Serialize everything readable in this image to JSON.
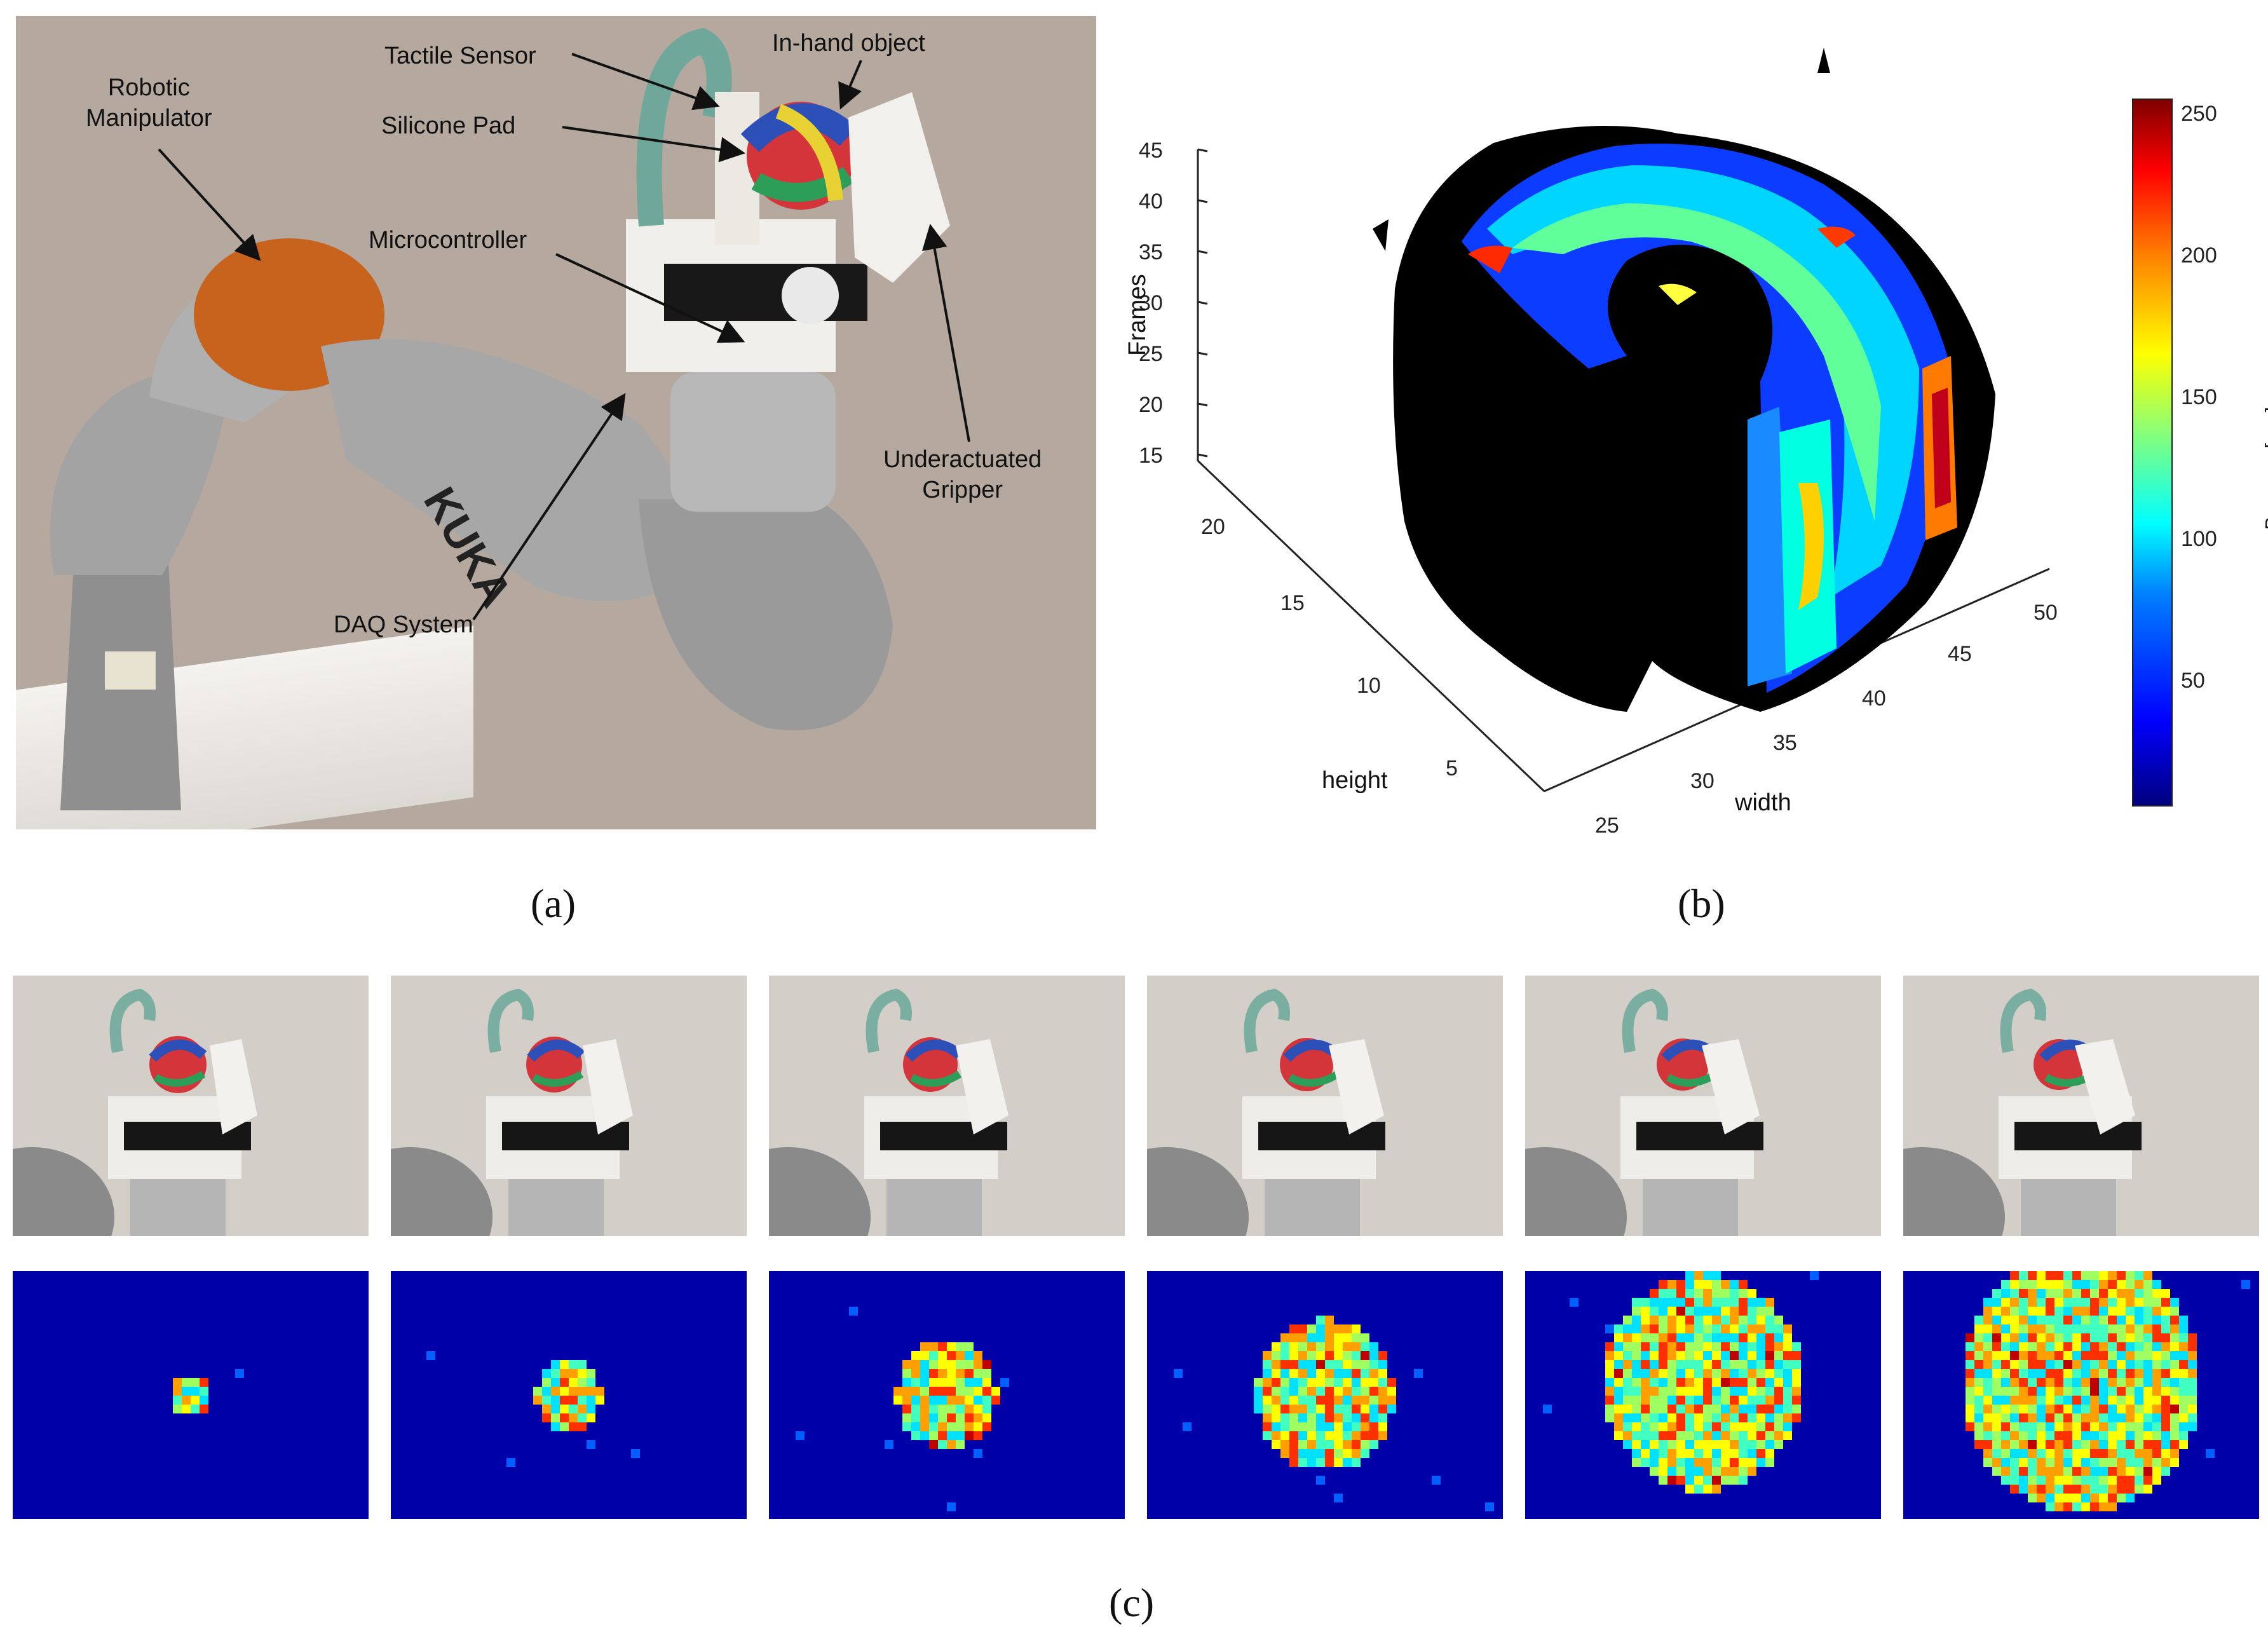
{
  "panel_a": {
    "labels": {
      "tactile_sensor": "Tactile Sensor",
      "in_hand_object": "In-hand object",
      "silicone_pad": "Silicone Pad",
      "robotic_manipulator": "Robotic\nManipulator",
      "microcontroller": "Microcontroller",
      "underactuated_gripper": "Underactuated\nGripper",
      "daq_system": "DAQ System",
      "kuka_brand": "KUKA"
    },
    "colors": {
      "background": "#b5a89e",
      "arm": "#9c9c9c",
      "arm_joint": "#c8631e"
    }
  },
  "panel_b": {
    "axes": {
      "z_label": "Frames",
      "x_label": "width",
      "y_label": "height",
      "z_ticks": [
        "45",
        "40",
        "35",
        "30",
        "25",
        "20",
        "15"
      ],
      "y_ticks": [
        "20",
        "15",
        "10",
        "5"
      ],
      "x_ticks": [
        "25",
        "30",
        "35",
        "40",
        "45",
        "50"
      ]
    },
    "colorbar": {
      "label": "Pressure [raw]",
      "ticks": [
        "250",
        "200",
        "150",
        "100",
        "50"
      ],
      "colormap": "jet"
    }
  },
  "captions": {
    "a": "(a)",
    "b": "(b)",
    "c": "(c)"
  },
  "panel_c": {
    "frame_count": 6,
    "contact_sizes": [
      0.12,
      0.2,
      0.3,
      0.42,
      0.6,
      0.72
    ]
  }
}
